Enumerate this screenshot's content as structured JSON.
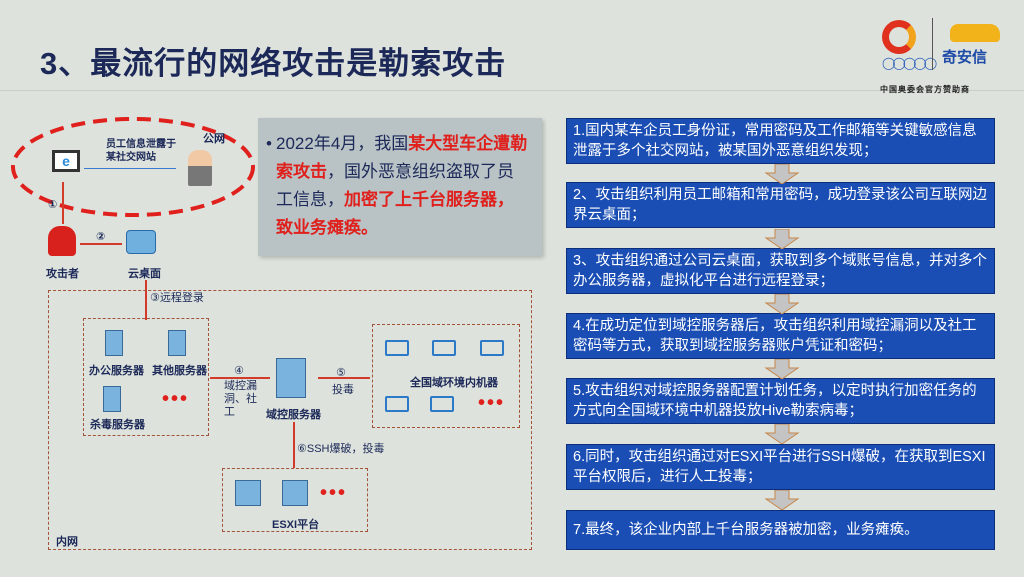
{
  "title": "3、最流行的网络攻击是勒索攻击",
  "logo": {
    "brand": "奇安信",
    "sponsor": "中国奥委会官方赞助商"
  },
  "callout": {
    "bullet": "•",
    "p1": "2022年4月，我国",
    "r1": "某大型车企遭勒索攻击",
    "p2": "，国外恶意组织盗取了员工信息，",
    "r2": "加密了上千台服务器，致业务瘫痪。"
  },
  "diagram": {
    "public_net": "公网",
    "leak": "员工信息泄露于某社交网站",
    "step1": "①",
    "step2": "②",
    "attacker": "攻击者",
    "cloud_desktop": "云桌面",
    "step3": "③远程登录",
    "office_server": "办公服务器",
    "other_server": "其他服务器",
    "av_server": "杀毒服务器",
    "dots": "•••",
    "step4": "④",
    "step4_text": "域控漏洞、社工",
    "dc_server": "域控服务器",
    "step5": "⑤",
    "step5_text": "投毒",
    "nationwide": "全国域环境内机器",
    "step6": "⑥SSH爆破，投毒",
    "esxi": "ESXI平台",
    "intranet": "内网"
  },
  "steps": [
    "1.国内某车企员工身份证，常用密码及工作邮箱等关键敏感信息泄露于多个社交网站，被某国外恶意组织发现；",
    "2、攻击组织利用员工邮箱和常用密码，成功登录该公司互联网边界云桌面；",
    "3、攻击组织通过公司云桌面，获取到多个域账号信息，并对多个办公服务器，虚拟化平台进行远程登录；",
    "4.在成功定位到域控服务器后，攻击组织利用域控漏洞以及社工密码等方式，获取到域控服务器账户凭证和密码；",
    "5.攻击组织对域控服务器配置计划任务，以定时执行加密任务的方式向全国域环境中机器投放Hive勒索病毒；",
    "6.同时，攻击组织通过对ESXI平台进行SSH爆破，在获取到ESXI平台权限后，进行人工投毒；",
    "7.最终，该企业内部上千台服务器被加密，业务瘫痪。"
  ],
  "colors": {
    "title": "#1c2858",
    "step_box": "#1a4eb4",
    "accent_red": "#e0201c",
    "background": "#dde3dc"
  }
}
